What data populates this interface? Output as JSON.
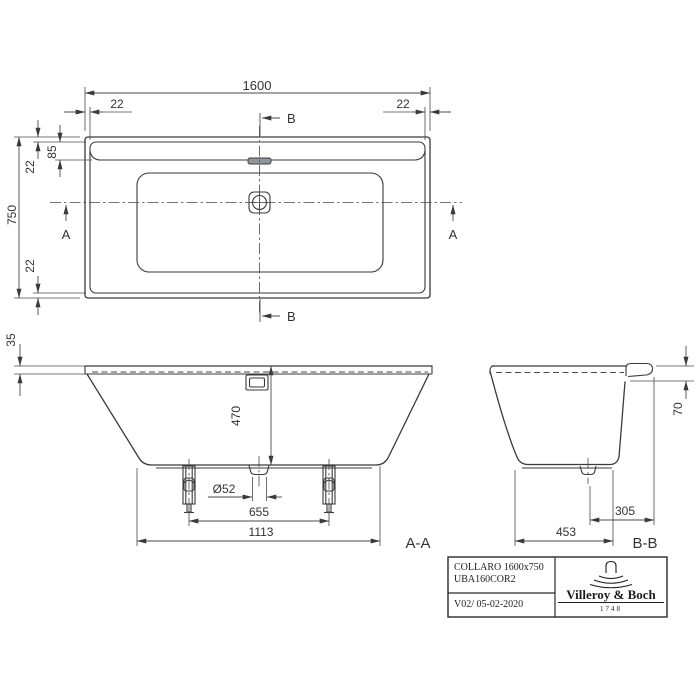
{
  "plan": {
    "length": "1600",
    "margin_left": "22",
    "margin_right": "22",
    "width": "750",
    "rim_top": "22",
    "deck": "85",
    "rim_bottom": "22",
    "section_a": "A",
    "section_b": "B"
  },
  "aa": {
    "label": "A-A",
    "rim_height": "35",
    "depth": "470",
    "drain_diameter": "Ø52",
    "feet_spacing": "655",
    "floor_length": "1113"
  },
  "bb": {
    "label": "B-B",
    "rim_drop": "70",
    "drain_offset": "305",
    "floor_width": "453"
  },
  "title_block": {
    "product": "COLLARO 1600x750",
    "article": "UBA160COR2",
    "revision": "V02/ 05-02-2020",
    "brand": "Villeroy & Boch",
    "year": "1748"
  },
  "colors": {
    "line": "#3a3a3a",
    "overflow_fill": "#8f969c",
    "background": "#ffffff"
  }
}
